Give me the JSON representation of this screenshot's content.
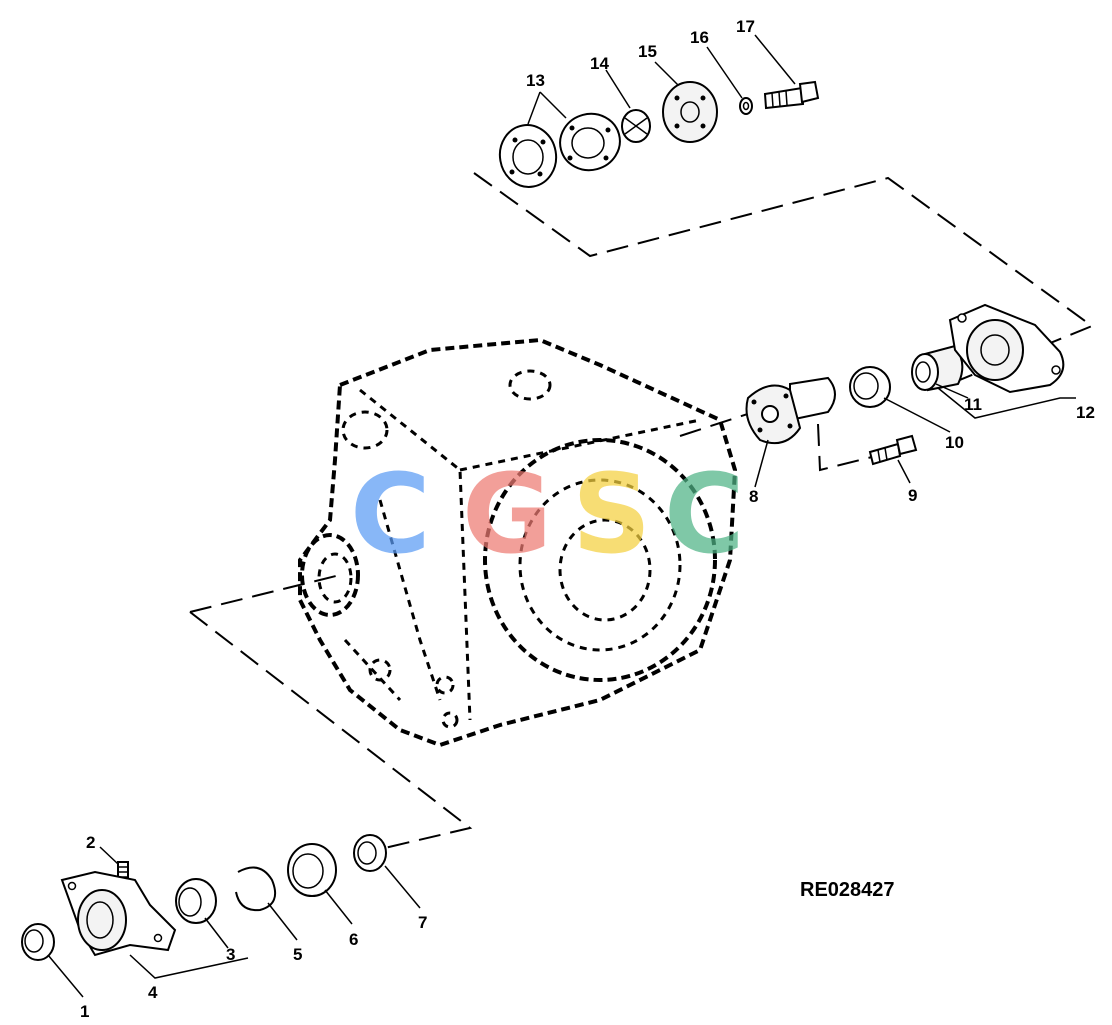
{
  "diagram": {
    "reference_code": "RE028427",
    "watermark": {
      "letters": [
        {
          "char": "C",
          "color": "#5b9cf5"
        },
        {
          "char": "G",
          "color": "#ee7b72"
        },
        {
          "char": "S",
          "color": "#f4d03f"
        },
        {
          "char": "C",
          "color": "#4fb386"
        }
      ]
    },
    "callouts": [
      "1",
      "2",
      "3",
      "4",
      "5",
      "6",
      "7",
      "8",
      "9",
      "10",
      "11",
      "12",
      "13",
      "14",
      "15",
      "16",
      "17"
    ]
  }
}
